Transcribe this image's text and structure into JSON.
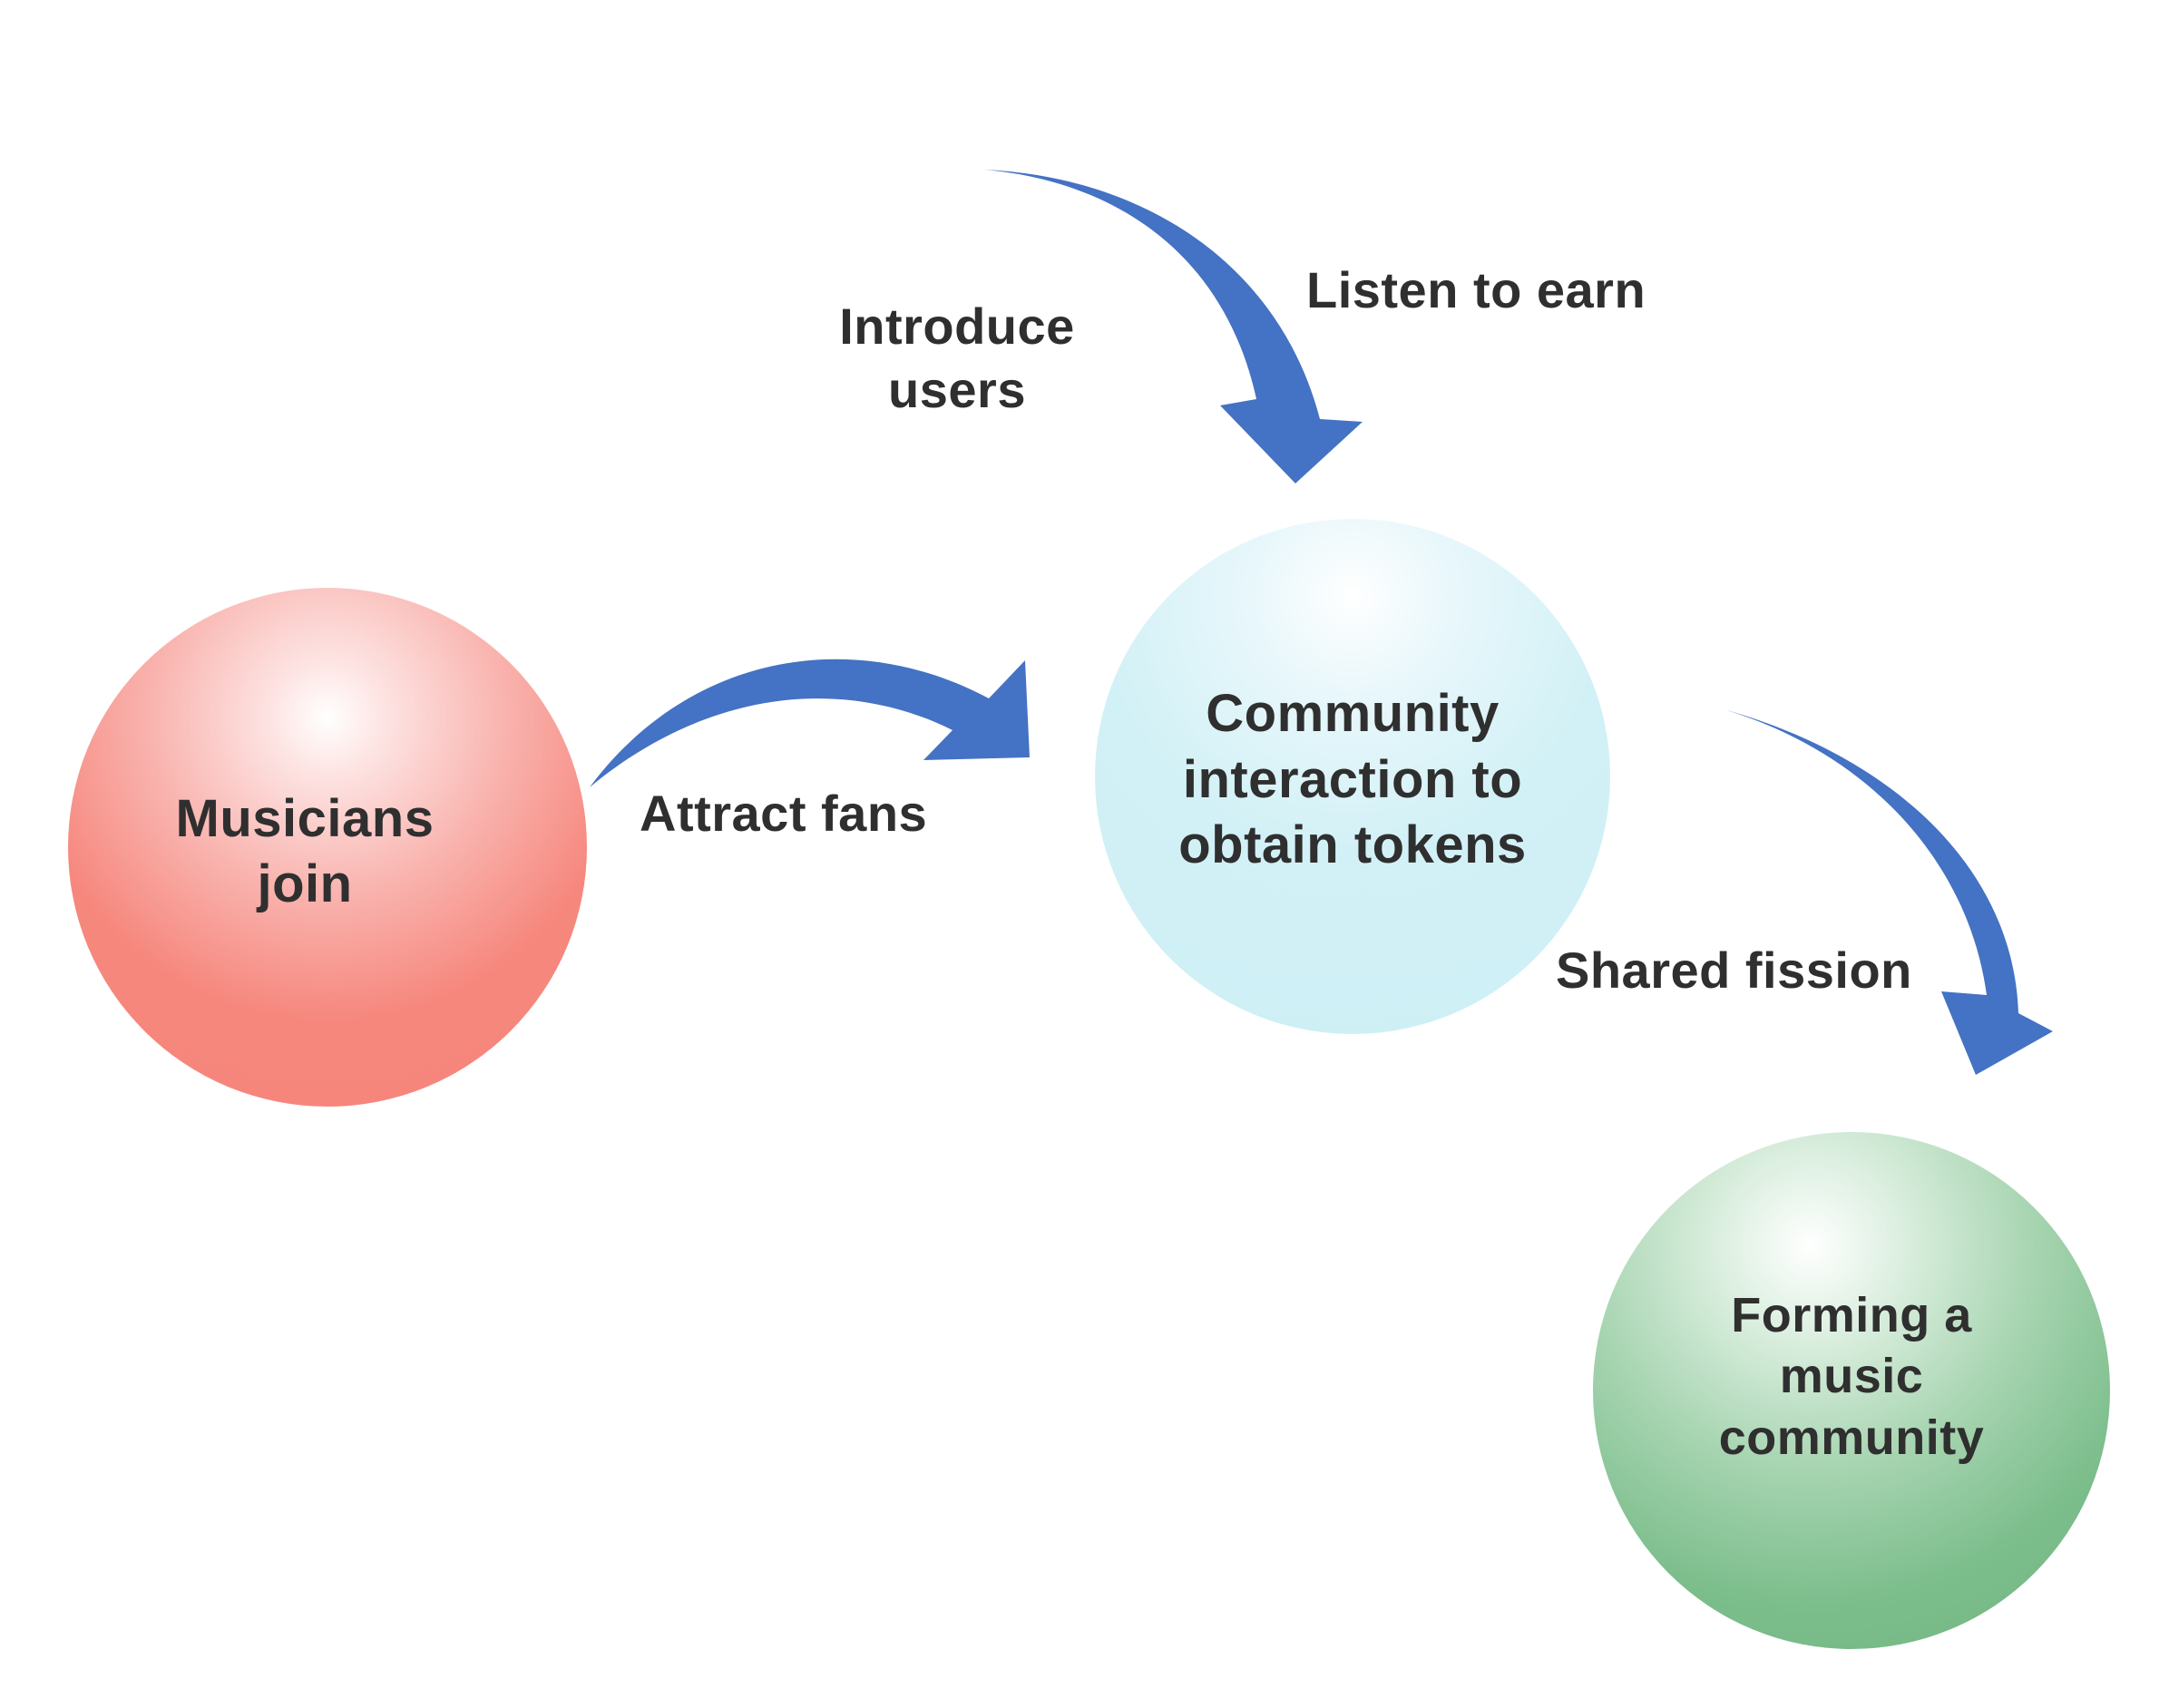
{
  "nodes": {
    "musicians": {
      "label": "Musicians\njoin"
    },
    "community": {
      "label": "Community\ninteraction to\nobtain tokens"
    },
    "forming": {
      "label": "Forming a\nmusic\ncommunity"
    }
  },
  "edges": {
    "introduce_users": {
      "label": "Introduce\nusers"
    },
    "listen_to_earn": {
      "label": "Listen to earn"
    },
    "attract_fans": {
      "label": "Attract fans"
    },
    "shared_fission": {
      "label": "Shared fission"
    }
  },
  "colors": {
    "arrow": "#4472c4",
    "musicians_node": "#f6867c",
    "community_node": "#cdeff5",
    "forming_node": "#72b683",
    "text": "#2f2f2f"
  }
}
